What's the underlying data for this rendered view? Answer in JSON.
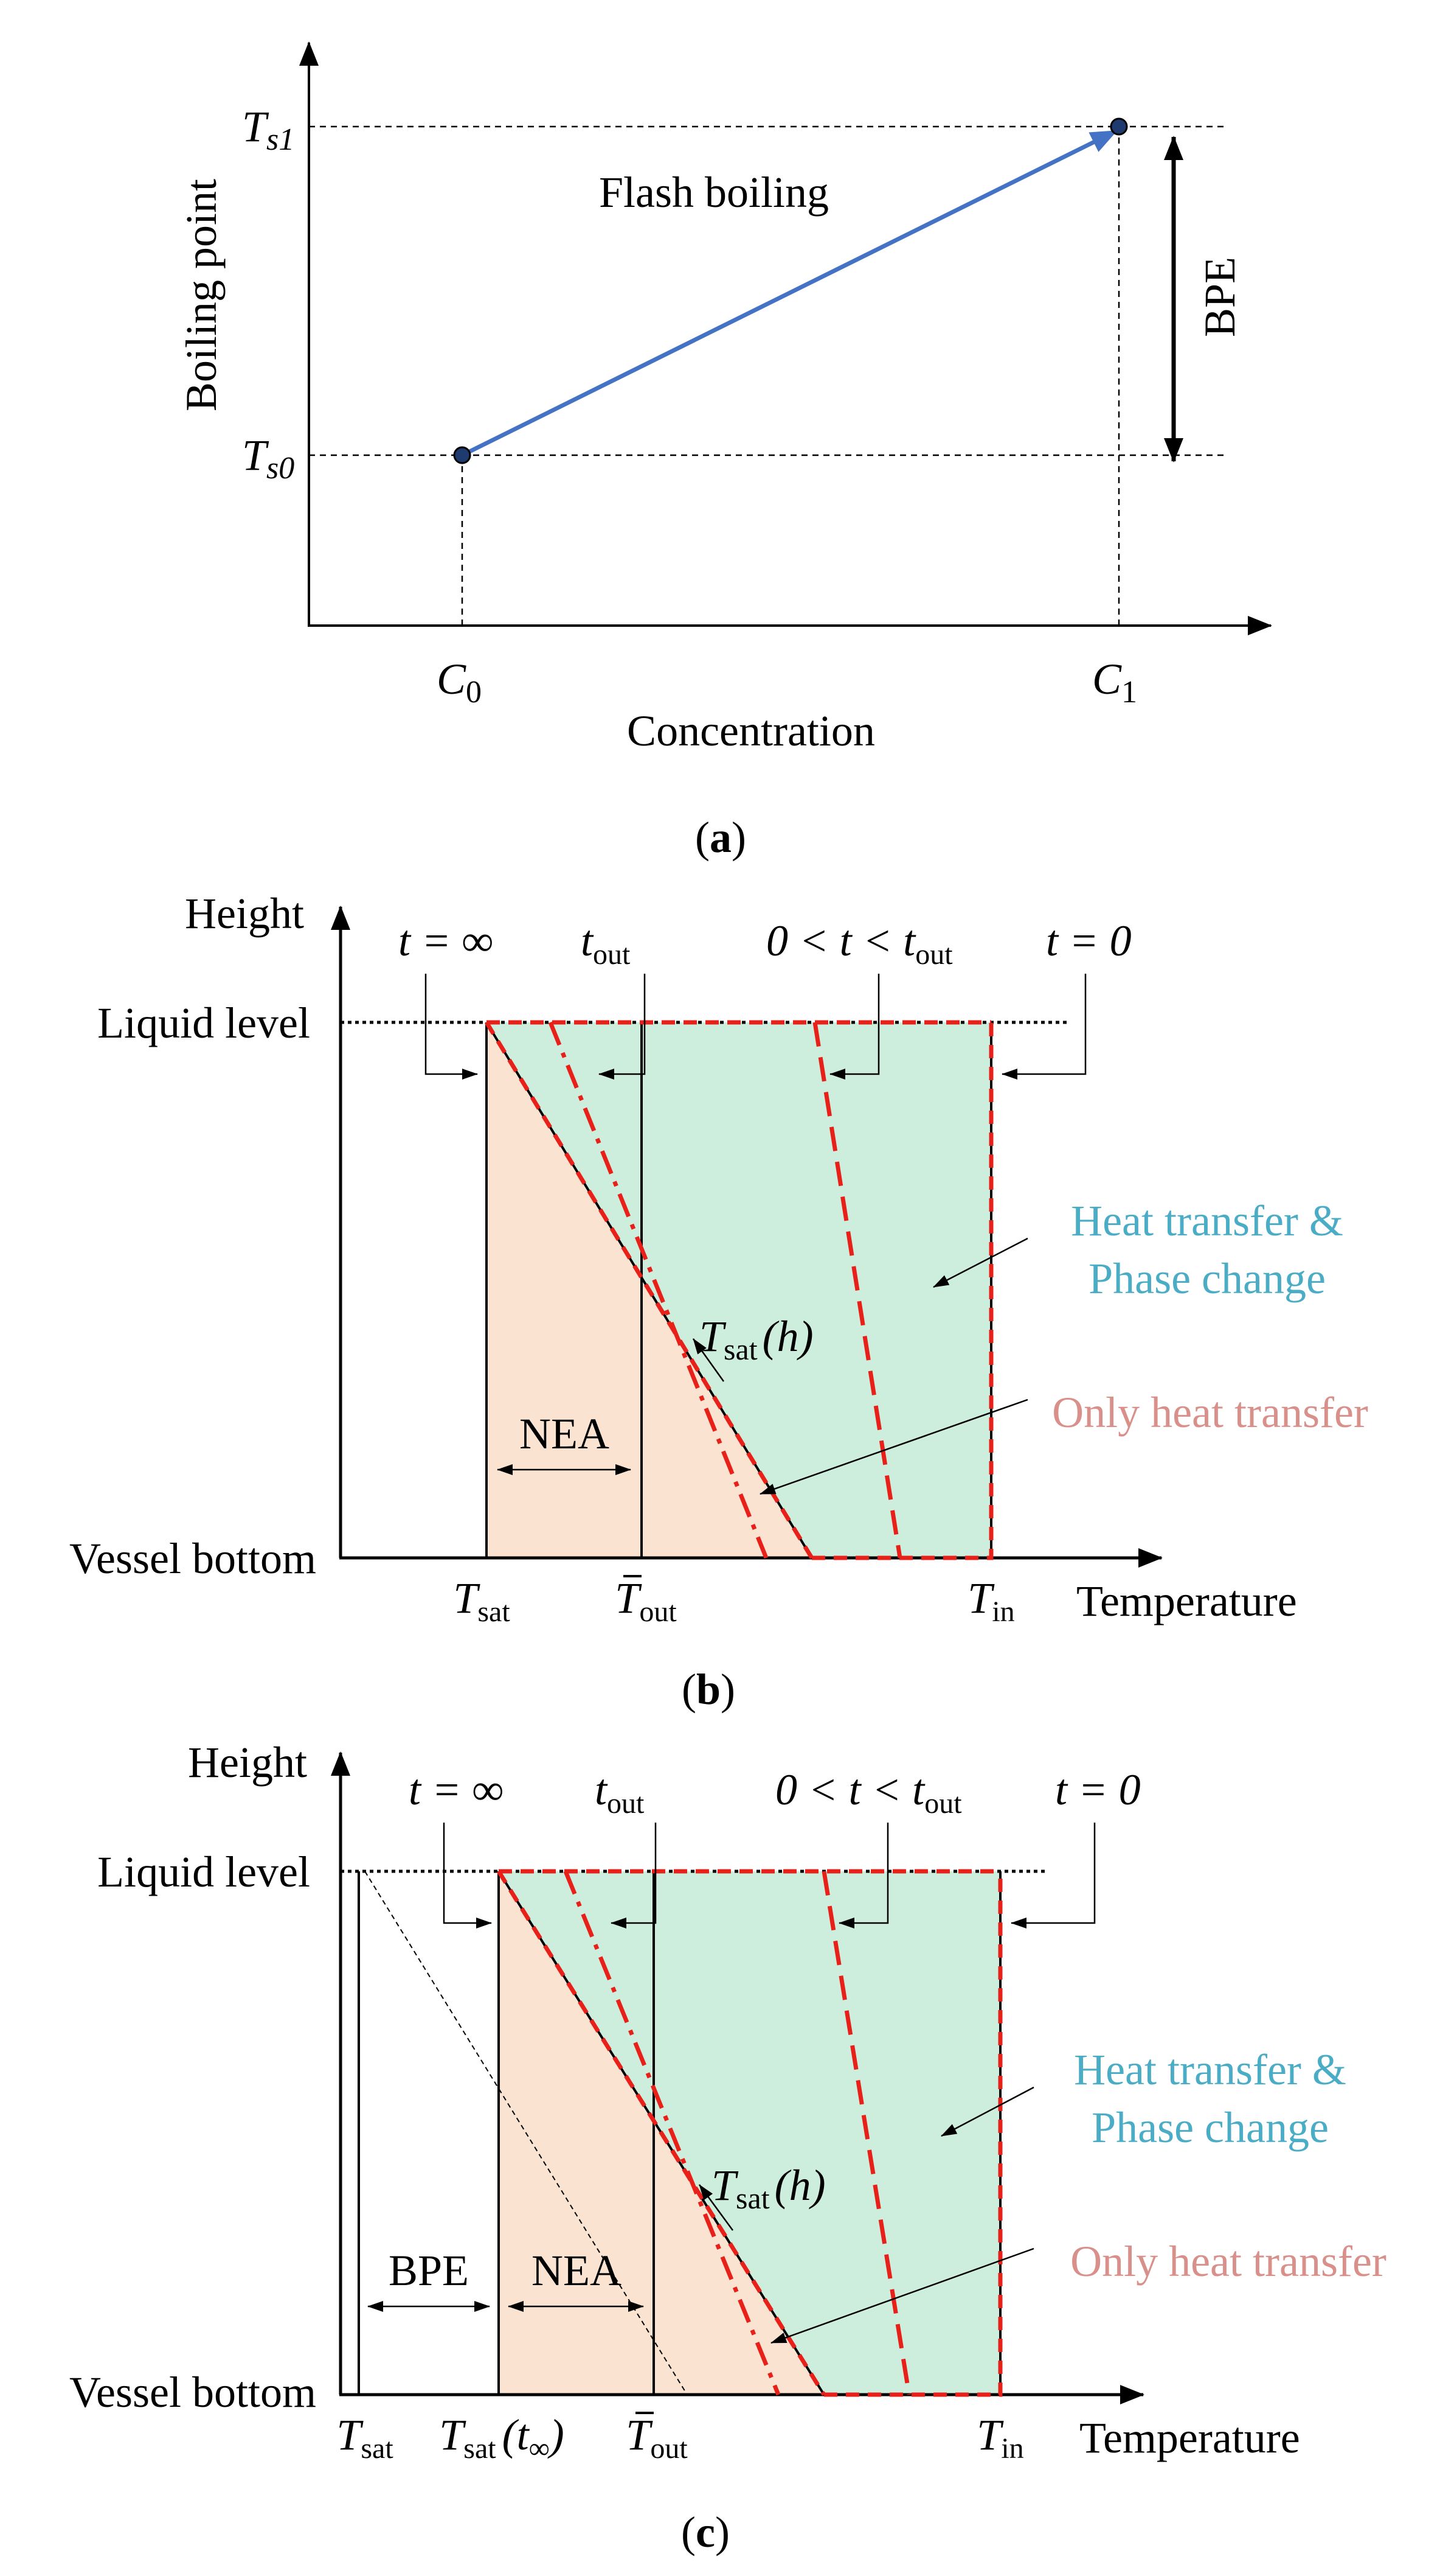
{
  "panel_a": {
    "y_axis_label": "Boiling point",
    "x_axis_label": "Concentration",
    "ts1_main": "T",
    "ts1_sub": "s1",
    "ts0_main": "T",
    "ts0_sub": "s0",
    "c0_main": "C",
    "c0_sub": "0",
    "c1_main": "C",
    "c1_sub": "1",
    "arrow_label": "Flash boiling",
    "bpe_label": "BPE",
    "caption_open": "(",
    "caption_letter": "a",
    "caption_close": ")",
    "colors": {
      "arrow": "#4472C4"
    }
  },
  "panel_b": {
    "height_label": "Height",
    "liquid_level_label": "Liquid level",
    "vessel_bottom_label": "Vessel bottom",
    "temperature_label": "Temperature",
    "t_inf": "t = ∞",
    "t_out_main": "t",
    "t_out_sub": "out",
    "t_mid_pre": "0 < t < t",
    "t_mid_sub": "out",
    "t_zero": "t = 0",
    "heat_phase_line1": "Heat transfer &",
    "heat_phase_line2": "Phase change",
    "only_heat": "Only heat transfer",
    "nea": "NEA",
    "tsat_h_main": "T",
    "tsat_h_sub": "sat",
    "tsat_h_arg": "(h)",
    "x_tsat_main": "T",
    "x_tsat_sub": "sat",
    "x_tout_main": "T",
    "x_tout_sub": "out",
    "x_tin_main": "T",
    "x_tin_sub": "in",
    "caption_open": "(",
    "caption_letter": "b",
    "caption_close": ")"
  },
  "panel_c": {
    "height_label": "Height",
    "liquid_level_label": "Liquid level",
    "vessel_bottom_label": "Vessel bottom",
    "temperature_label": "Temperature",
    "t_inf": "t = ∞",
    "t_out_main": "t",
    "t_out_sub": "out",
    "t_mid_pre": "0 < t < t",
    "t_mid_sub": "out",
    "t_zero": "t = 0",
    "heat_phase_line1": "Heat transfer &",
    "heat_phase_line2": "Phase change",
    "only_heat": "Only heat transfer",
    "bpe": "BPE",
    "nea": "NEA",
    "tsat_h_main": "T",
    "tsat_h_sub": "sat",
    "tsat_h_arg": "(h)",
    "x_tsat_main": "T",
    "x_tsat_sub": "sat",
    "x_tsat_inf_main": "T",
    "x_tsat_inf_sub": "sat",
    "x_tsat_inf_arg_open": "(t",
    "x_tsat_inf_arg_sub": "∞",
    "x_tsat_inf_arg_close": ")",
    "x_tout_main": "T",
    "x_tout_sub": "out",
    "x_tin_main": "T",
    "x_tin_sub": "in",
    "caption_open": "(",
    "caption_letter": "c",
    "caption_close": ")"
  },
  "colors": {
    "green_fill": "#CDEEDC",
    "peach_fill": "#FBE3D2",
    "red_dash": "#E8201A",
    "cyan_text": "#4BACC6",
    "salmon_text": "#D9908A"
  }
}
